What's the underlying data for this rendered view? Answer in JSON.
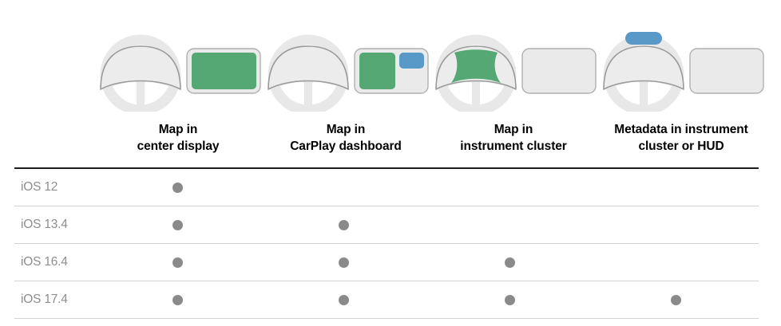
{
  "columns": [
    {
      "id": "center-display",
      "label_line1": "Map in",
      "label_line2": "center display",
      "icon": "steering-wheel-with-center-display-map"
    },
    {
      "id": "carplay-dashboard",
      "label_line1": "Map in",
      "label_line2": "CarPlay dashboard",
      "icon": "steering-wheel-with-carplay-dashboard-split"
    },
    {
      "id": "instrument-cluster",
      "label_line1": "Map in",
      "label_line2": "instrument cluster",
      "icon": "steering-wheel-with-cluster-map"
    },
    {
      "id": "metadata-cluster-hud",
      "label_line1": "Metadata in instrument",
      "label_line2": "cluster or HUD",
      "icon": "steering-wheel-with-hud-metadata"
    }
  ],
  "rows": [
    {
      "label": "iOS 12",
      "support": [
        true,
        false,
        false,
        false
      ]
    },
    {
      "label": "iOS 13.4",
      "support": [
        true,
        true,
        false,
        false
      ]
    },
    {
      "label": "iOS 16.4",
      "support": [
        true,
        true,
        true,
        false
      ]
    },
    {
      "label": "iOS 17.4",
      "support": [
        true,
        true,
        true,
        true
      ]
    }
  ],
  "colors": {
    "map_green": "#55a873",
    "accent_blue": "#5899c7",
    "screen_fill": "#eaeaea",
    "screen_border": "#b0b0b0",
    "wheel_gray": "#e8e8e8",
    "hood_fill": "#ececec",
    "hood_border": "#9a9a9a",
    "dot_gray": "#8a8a8a",
    "rule_dark": "#1c1c1c",
    "rule_light": "#d2d2d2",
    "row_label_gray": "#8e8e8e"
  }
}
